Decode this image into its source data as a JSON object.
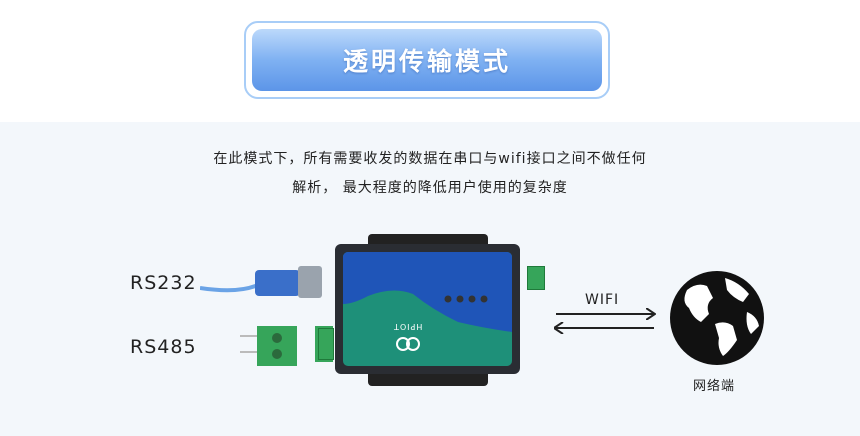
{
  "title": "透明传输模式",
  "description": {
    "line1": "在此模式下，所有需要收发的数据在串口与wifi接口之间不做任何",
    "line2": "解析， 最大程度的降低用户使用的复杂度"
  },
  "diagram": {
    "rs232_label": "RS232",
    "rs485_label": "RS485",
    "wifi_label": "WIFI",
    "network_label": "网络端",
    "device_brand": "HPIOT"
  },
  "colors": {
    "accent": "#5c95e8",
    "device_blue": "#1f55b8",
    "device_teal": "#1e9079"
  }
}
